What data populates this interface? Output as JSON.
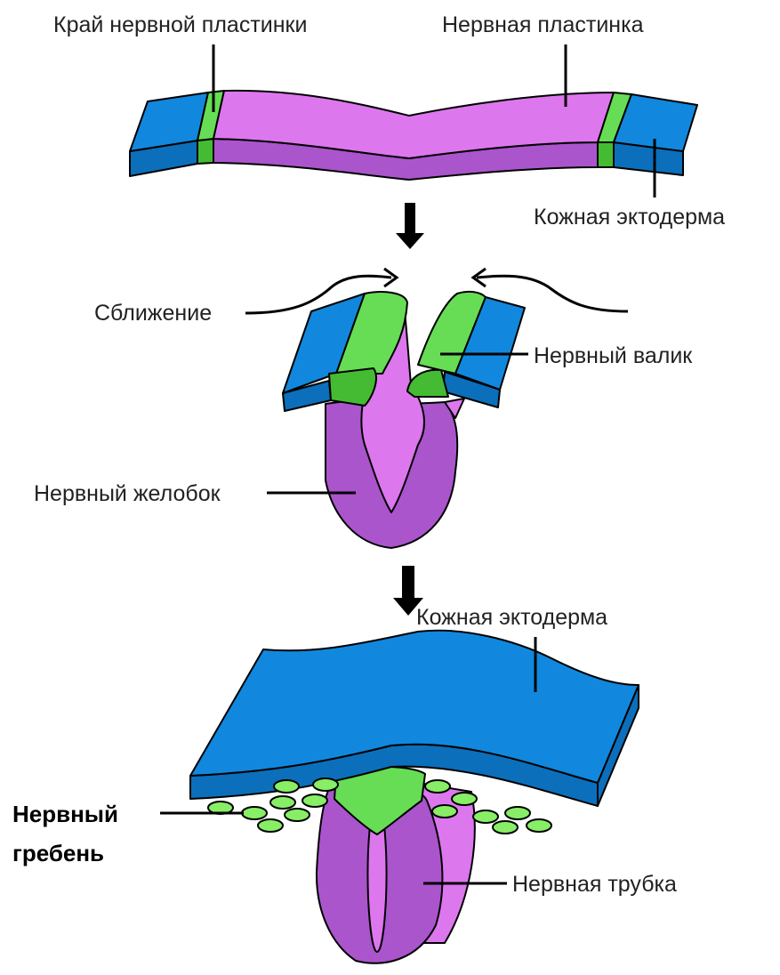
{
  "labels": {
    "plate_edge": "Край нервной пластинки",
    "neural_plate": "Нервная пластинка",
    "skin_ectoderm_top": "Кожная эктодерма",
    "convergence": "Сближение",
    "neural_fold": "Нервный валик",
    "neural_groove": "Нервный желобок",
    "skin_ectoderm_bottom": "Кожная эктодерма",
    "neural_crest_line1": "Нервный",
    "neural_crest_line2": "гребень",
    "neural_tube": "Нервная трубка"
  },
  "colors": {
    "ectoderm_blue": "#1188dd",
    "ectoderm_blue_dark": "#0b6fbb",
    "plate_violet": "#dd77ee",
    "plate_violet_dark": "#aa55cc",
    "crest_green": "#66dd55",
    "crest_green_light": "#88ee66"
  }
}
